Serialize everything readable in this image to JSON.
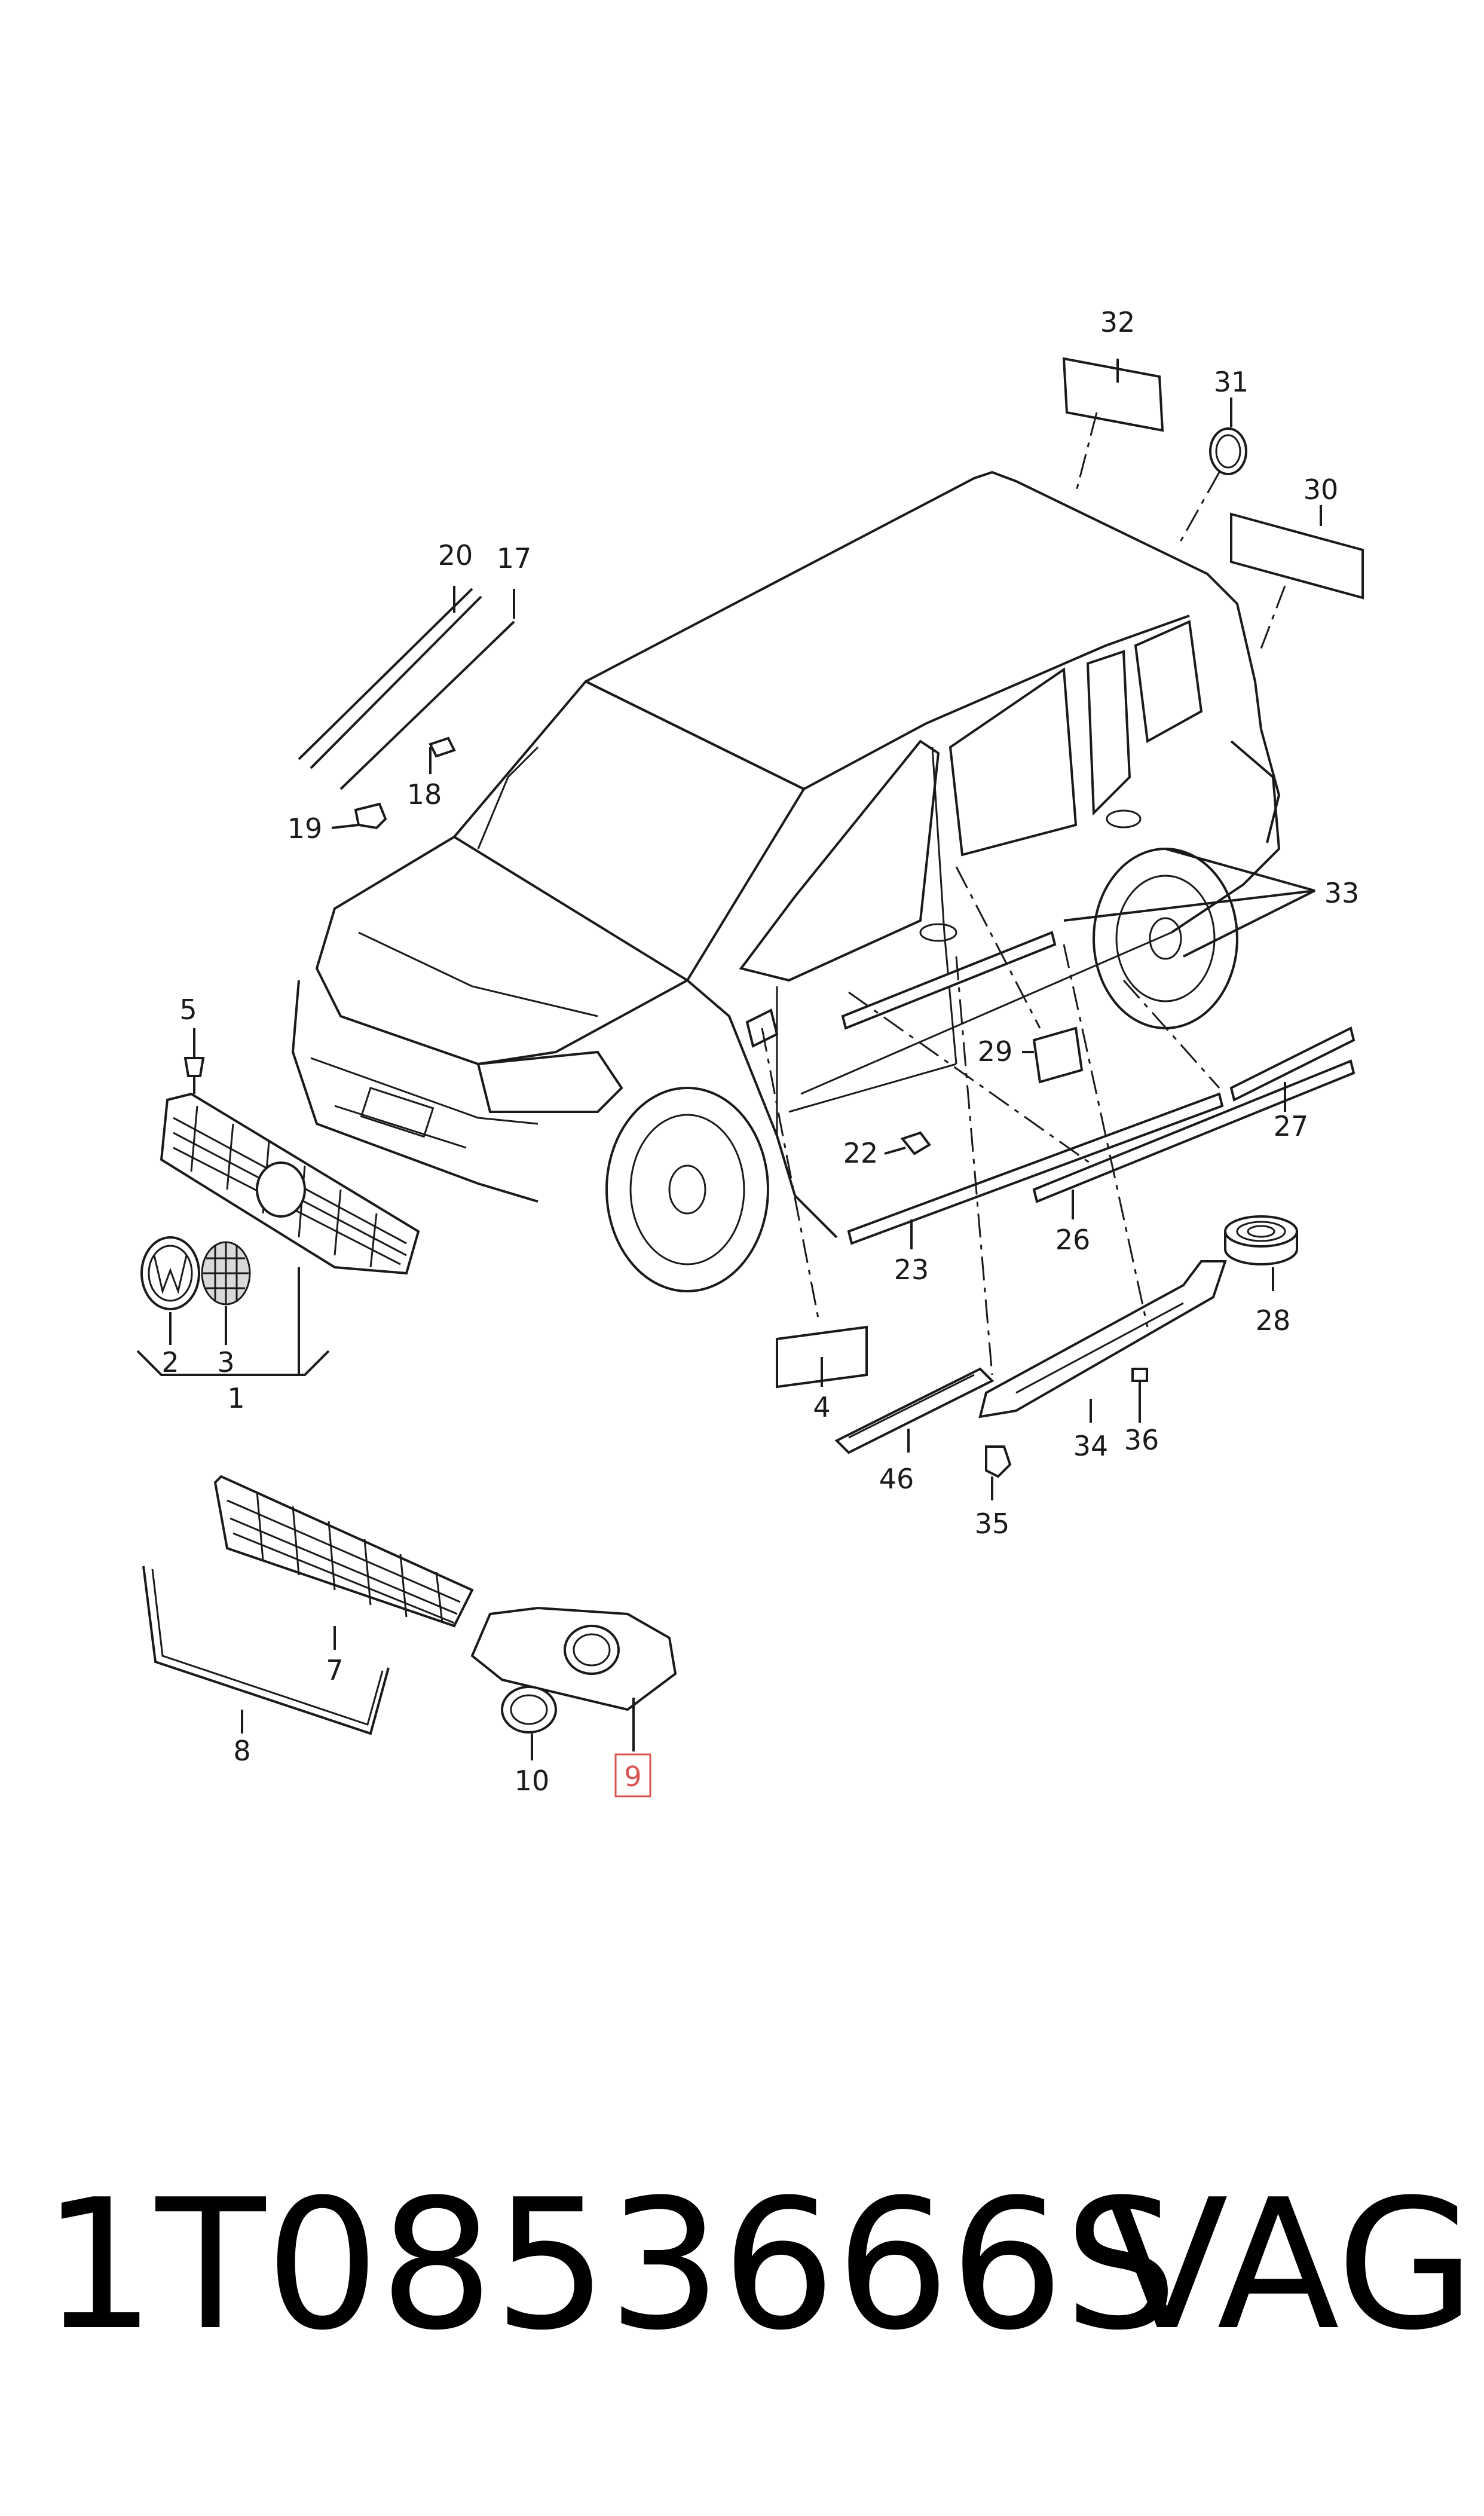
{
  "callouts": {
    "c1": "1",
    "c2": "2",
    "c3": "3",
    "c4": "4",
    "c5": "5",
    "c7": "7",
    "c8": "8",
    "c9": "9",
    "c10": "10",
    "c17": "17",
    "c18": "18",
    "c19": "19",
    "c20": "20",
    "c22": "22",
    "c23": "23",
    "c26": "26",
    "c27": "27",
    "c28": "28",
    "c29": "29",
    "c30": "30",
    "c31": "31",
    "c32": "32",
    "c33": "33",
    "c34": "34",
    "c35": "35",
    "c36": "36",
    "c46": "46"
  },
  "highlighted_part": "9",
  "footer": {
    "part_number": "1T0853666S",
    "brand": "VAG"
  },
  "colors": {
    "line": "#1a1a1a",
    "highlight": "#d9534f",
    "background": "#ffffff"
  }
}
